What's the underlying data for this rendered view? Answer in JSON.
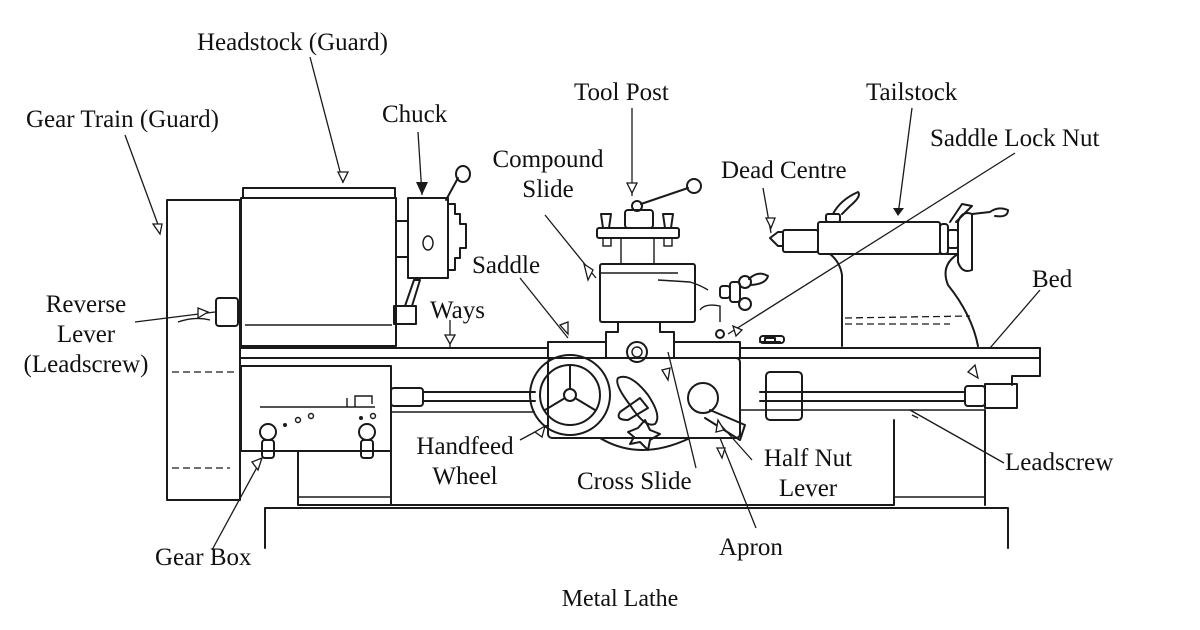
{
  "figure": {
    "caption": "Metal Lathe",
    "line_color": "#1a1a1a",
    "background": "#ffffff"
  },
  "labels": {
    "headstock_guard": "Headstock (Guard)",
    "gear_train_guard": "Gear Train (Guard)",
    "chuck": "Chuck",
    "tool_post": "Tool Post",
    "tailstock": "Tailstock",
    "compound_slide_line1": "Compound",
    "compound_slide_line2": "Slide",
    "dead_centre": "Dead Centre",
    "saddle_lock_nut": "Saddle Lock Nut",
    "saddle": "Saddle",
    "ways": "Ways",
    "bed": "Bed",
    "reverse_lever_line1": "Reverse",
    "reverse_lever_line2": "Lever",
    "reverse_lever_line3": "(Leadscrew)",
    "handfeed_wheel_line1": "Handfeed",
    "handfeed_wheel_line2": "Wheel",
    "cross_slide": "Cross Slide",
    "half_nut_lever_line1": "Half Nut",
    "half_nut_lever_line2": "Lever",
    "leadscrew": "Leadscrew",
    "apron": "Apron",
    "gear_box": "Gear Box"
  }
}
